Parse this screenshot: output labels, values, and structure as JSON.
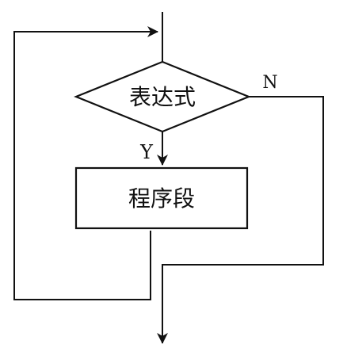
{
  "diagram": {
    "decision_label": "表达式",
    "process_label": "程序段",
    "yes_label": "Y",
    "no_label": "N"
  }
}
